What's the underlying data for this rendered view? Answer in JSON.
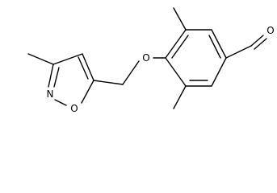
{
  "molecule": {
    "atoms": {
      "oxygen_ether": "O",
      "oxygen_aldehyde": "O",
      "nitrogen_ring": "N",
      "oxygen_ring": "O"
    }
  }
}
